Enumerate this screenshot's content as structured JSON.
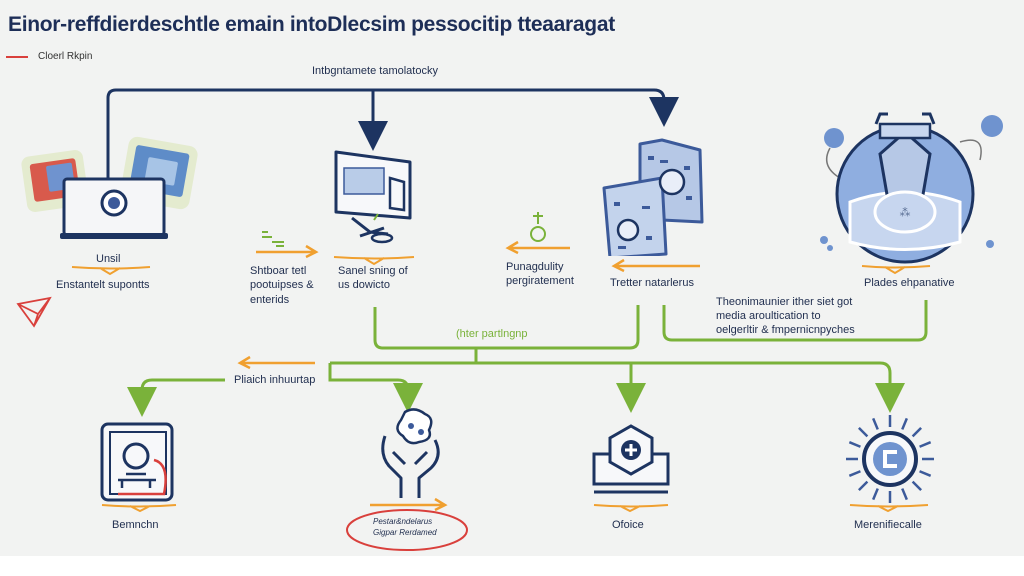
{
  "title": "Einor-reffdierdeschtle emain intoDlecsim pessocitip tteaaragat",
  "legend": {
    "label": "Cloerl Rkpin",
    "color": "#d9403c"
  },
  "colors": {
    "navy": "#1d3461",
    "green": "#7ab23a",
    "orange": "#f0a030",
    "red": "#d9403c",
    "light_blue": "#6f93cf",
    "background": "#f2f3f2"
  },
  "top_connector": {
    "label": "Intbgntamete tamolatocky"
  },
  "top_row": [
    {
      "id": "unil",
      "icon": "laptop-with-photos-icon",
      "title": "Unsil",
      "subtitle": "Enstantelt supontts"
    },
    {
      "id": "monitor",
      "icon": "desktop-monitor-icon",
      "title": "Sanel sning of\nus dowicto",
      "side_label": "Shtboar tetl\npootuipses &\nenterids"
    },
    {
      "id": "panels",
      "icon": "document-panels-icon",
      "title": "Tretter natarlerus",
      "side_label": "Punagdulity\npergiratement"
    },
    {
      "id": "cloud",
      "icon": "cloud-dome-icon",
      "title": "Plades ehpanative"
    }
  ],
  "middle": {
    "green_bracket_label": "(hter partlngnp",
    "right_bracket_text": "Theonimaunier ither siet got\nmedia aroultication to\noelgerltir & fmpernicnpyches",
    "branch_label": "Pliaich inhuurtap"
  },
  "bottom_row": [
    {
      "id": "bench",
      "icon": "bench-device-icon",
      "title": "Bemnchn"
    },
    {
      "id": "hands",
      "icon": "hands-holding-icon",
      "title": "Pestar&ndelarus\nGigpar Rerdamed",
      "highlighted": true
    },
    {
      "id": "office",
      "icon": "hexagon-plus-icon",
      "title": "Ofoice"
    },
    {
      "id": "sun",
      "icon": "sun-gear-icon",
      "title": "Merenifiecalle"
    }
  ],
  "decor": {
    "paper_plane_icon": "paper-plane-icon"
  }
}
